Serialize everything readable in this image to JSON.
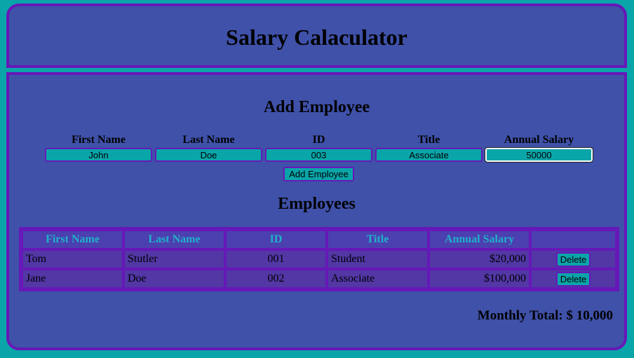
{
  "header": {
    "title": "Salary Calaculator"
  },
  "form": {
    "title": "Add Employee",
    "fields": [
      {
        "label": "First Name",
        "value": "John"
      },
      {
        "label": "Last Name",
        "value": "Doe"
      },
      {
        "label": "ID",
        "value": "003"
      },
      {
        "label": "Title",
        "value": "Associate"
      },
      {
        "label": "Annual Salary",
        "value": "50000"
      }
    ],
    "submit_label": "Add Employee"
  },
  "employees": {
    "title": "Employees",
    "columns": [
      "First Name",
      "Last Name",
      "ID",
      "Title",
      "Annual Salary",
      ""
    ],
    "rows": [
      {
        "first": "Tom",
        "last": "Stutler",
        "id": "001",
        "title": "Student",
        "salary": "$20,000",
        "action": "Delete"
      },
      {
        "first": "Jane",
        "last": "Doe",
        "id": "002",
        "title": "Associate",
        "salary": "$100,000",
        "action": "Delete"
      }
    ]
  },
  "monthly_total": "Monthly Total: $ 10,000",
  "colors": {
    "background": "#0aa5a9",
    "panel": "#3f51a8",
    "border": "#6618b8",
    "header_text": "#1fb3c9"
  }
}
